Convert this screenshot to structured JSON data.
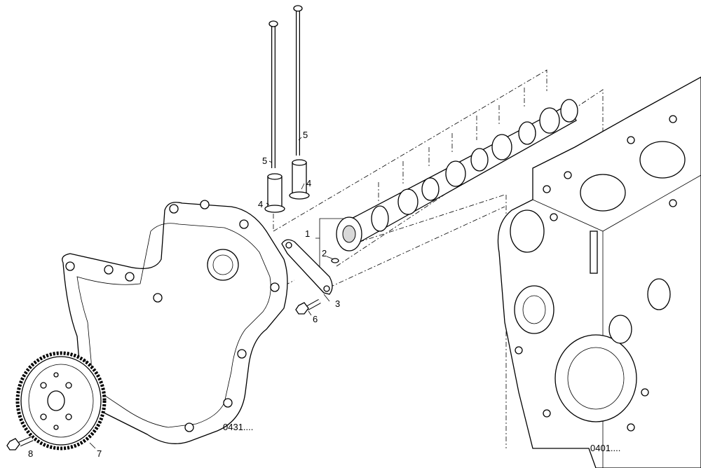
{
  "callouts": {
    "c1": "1",
    "c2": "2",
    "c3": "3",
    "c4a": "4",
    "c4b": "4",
    "c5a": "5",
    "c5b": "5",
    "c6": "6",
    "c7": "7",
    "c8": "8"
  },
  "references": {
    "cover_ref": "0431....",
    "block_ref": "0401...."
  }
}
